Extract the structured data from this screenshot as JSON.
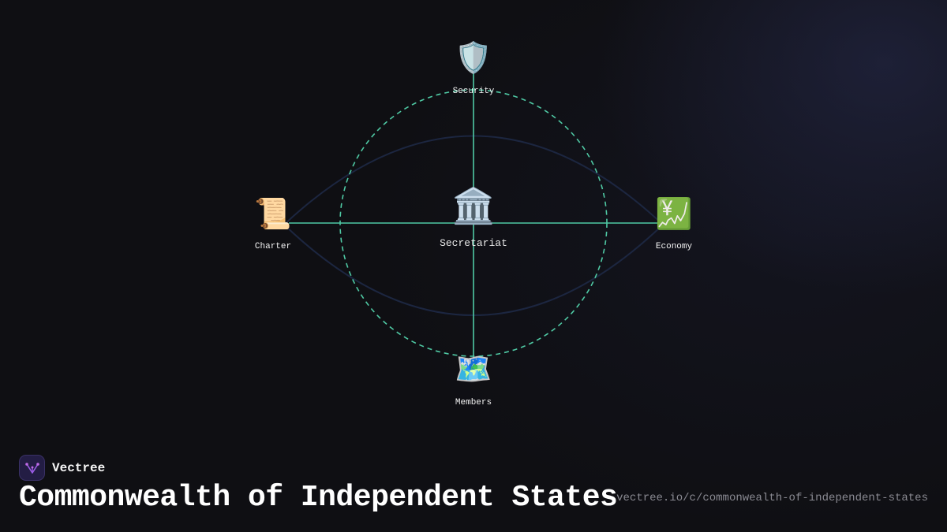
{
  "diagram": {
    "center": {
      "label": "Secretariat",
      "icon": "classical-building-icon",
      "glyph": "🏛️"
    },
    "nodes": [
      {
        "id": "security",
        "label": "Security",
        "icon": "shield-icon",
        "glyph": "🛡️"
      },
      {
        "id": "charter",
        "label": "Charter",
        "icon": "scroll-icon",
        "glyph": "📜"
      },
      {
        "id": "economy",
        "label": "Economy",
        "icon": "yen-chart-icon",
        "glyph": "💹"
      },
      {
        "id": "members",
        "label": "Members",
        "icon": "world-map-icon",
        "glyph": "🗺️"
      }
    ],
    "colors": {
      "connector": "#4fc9a4",
      "orbit": "#4fc9a4",
      "arc": "#1c2640"
    }
  },
  "brand": {
    "name": "Vectree",
    "icon": "vectree-logo-icon",
    "color": "#231d44"
  },
  "title": "Commonwealth of Independent States",
  "url": "vectree.io/c/commonwealth-of-independent-states"
}
